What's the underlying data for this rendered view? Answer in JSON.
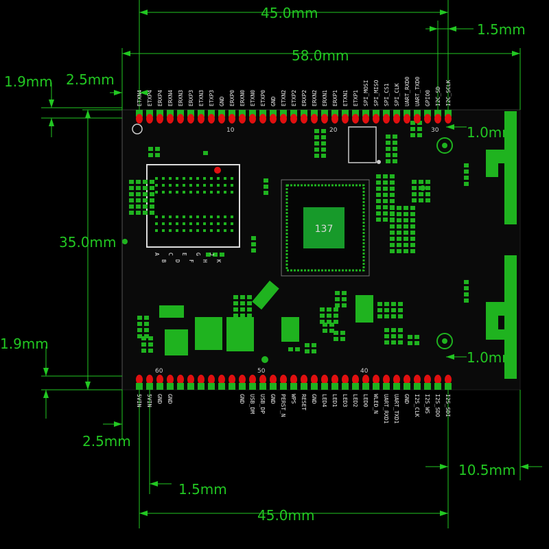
{
  "colors": {
    "background": "#000000",
    "dimension": "#22c722",
    "board": "#0a0a0a",
    "pad_red": "#e01010",
    "pad_green": "#1fb31f",
    "silkscreen": "#e8e8e8",
    "chip_body": "#050505",
    "chip_core": "#179a2a"
  },
  "dimensions": {
    "top_pitch_span": "45.0mm",
    "top_edge_offset": "1.5mm",
    "board_width": "58.0mm",
    "top_row_offset": "1.9mm",
    "left_pin_offset_top": "2.5mm",
    "board_height": "35.0mm",
    "bottom_row_offset": "1.9mm",
    "antenna_gap_top": "1.0mm",
    "antenna_gap_bottom": "1.0mm",
    "left_pin_offset_bottom": "2.5mm",
    "bottom_right_offset": "10.5mm",
    "bottom_left_offset": "1.5mm",
    "bottom_pitch_span": "45.0mm"
  },
  "top_pins": [
    "ETXN4",
    "ETXP4",
    "ERXP4",
    "ERXN4",
    "ERXN3",
    "ERXP3",
    "ETXN3",
    "ETXP3",
    "GND",
    "ERXP0",
    "ERXN0",
    "ETXN0",
    "ETXP0",
    "GND",
    "ETXN2",
    "ETXP2",
    "ERXP2",
    "ERXN2",
    "ERXN1",
    "ERXP1",
    "ETXN1",
    "ETXP1",
    "SPI_MOSI",
    "SPI_MISO",
    "SPI_CS1",
    "SPI_CLK",
    "UART_RXD0",
    "UART_TXD0",
    "GPIO0",
    "I2C_SD",
    "I2C_SCLK"
  ],
  "bottom_pins": [
    "5VIN",
    "5VIN",
    "GND",
    "GND",
    "",
    "",
    "",
    "",
    "",
    "",
    "GND",
    "USB_DM",
    "USB_DP",
    "GND",
    "PERST_N",
    "WPS",
    "RESET",
    "GND",
    "LED4",
    "LED1",
    "LED3",
    "LED2",
    "LED0",
    "WLED_N",
    "UART_RXD1",
    "UART_TXD1",
    "GND",
    "I2S_CLK",
    "I2S_WS",
    "I2S_SDO",
    "I2S_SDI"
  ],
  "pin_numbers": {
    "top": [
      "10",
      "20",
      "30"
    ],
    "bottom": [
      "60",
      "50",
      "40"
    ]
  },
  "connector_letters": [
    "A",
    "B",
    "C",
    "D",
    "E",
    "F",
    "G",
    "H",
    "J",
    "K"
  ],
  "chip_label": "137"
}
